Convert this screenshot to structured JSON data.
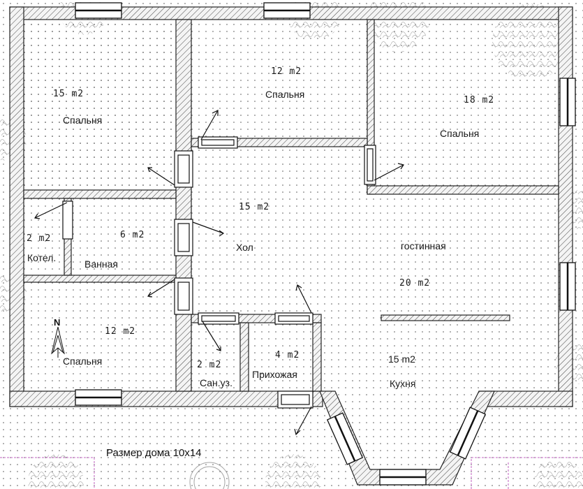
{
  "caption": "Размер дома 10x14",
  "north_label": "N",
  "rooms": [
    {
      "name": "Спальня",
      "area": "15 m2"
    },
    {
      "name": "Спальня",
      "area": "12 m2"
    },
    {
      "name": "Спальня",
      "area": "18 m2"
    },
    {
      "name": "Котел.",
      "area": "2 m2"
    },
    {
      "name": "Ванная",
      "area": "6 m2"
    },
    {
      "name": "Хол",
      "area": "15 m2"
    },
    {
      "name": "гостинная",
      "area": "20 m2"
    },
    {
      "name": "Спальня",
      "area": "12 m2"
    },
    {
      "name": "Сан.уз.",
      "area": "2 m2"
    },
    {
      "name": "Прихожая",
      "area": "4 m2"
    },
    {
      "name": "Кухня",
      "area": "15 m2"
    }
  ]
}
